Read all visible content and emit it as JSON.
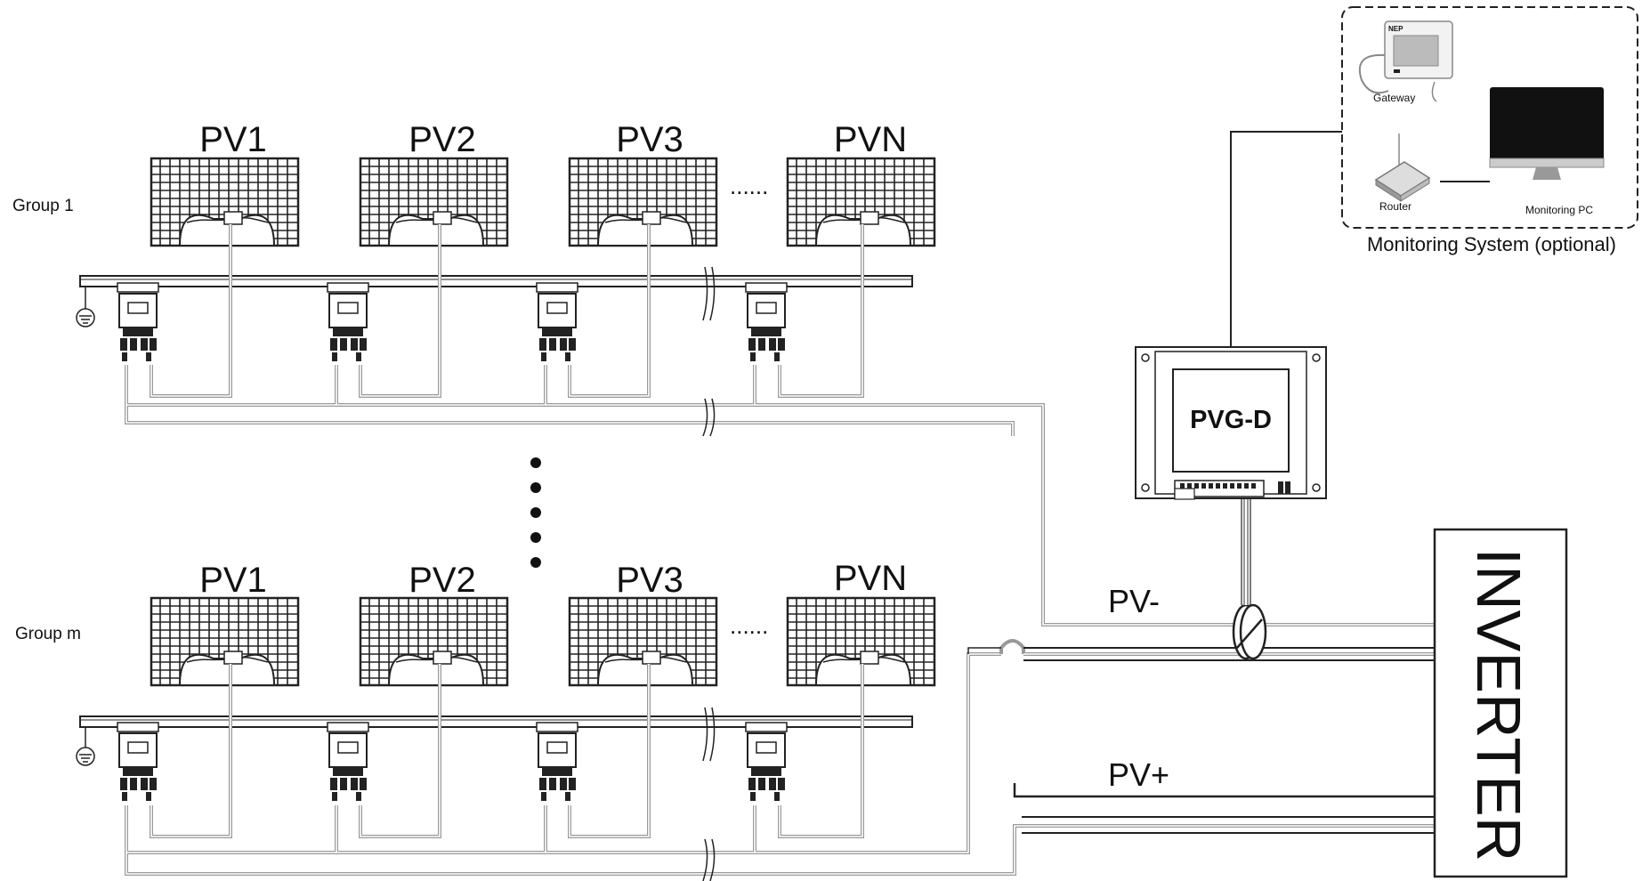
{
  "groups": [
    {
      "label": "Group 1",
      "panels": [
        "PV1",
        "PV2",
        "PV3",
        "PVN"
      ],
      "ellipsis": "......"
    },
    {
      "label": "Group m",
      "panels": [
        "PV1",
        "PV2",
        "PV3",
        "PVN"
      ],
      "ellipsis": "......"
    }
  ],
  "pvg": {
    "label": "PVG-D"
  },
  "inverter": {
    "label": "INVERTER"
  },
  "wires": {
    "negative": "PV-",
    "positive": "PV+"
  },
  "monitoring": {
    "title": "Monitoring System (optional)",
    "gateway_brand": "NEP",
    "gateway": "Gateway",
    "router": "Router",
    "pc": "Monitoring PC"
  },
  "colors": {
    "line": "#1a1a1a",
    "cable": "#9a9a9a",
    "panel": "#222222"
  }
}
